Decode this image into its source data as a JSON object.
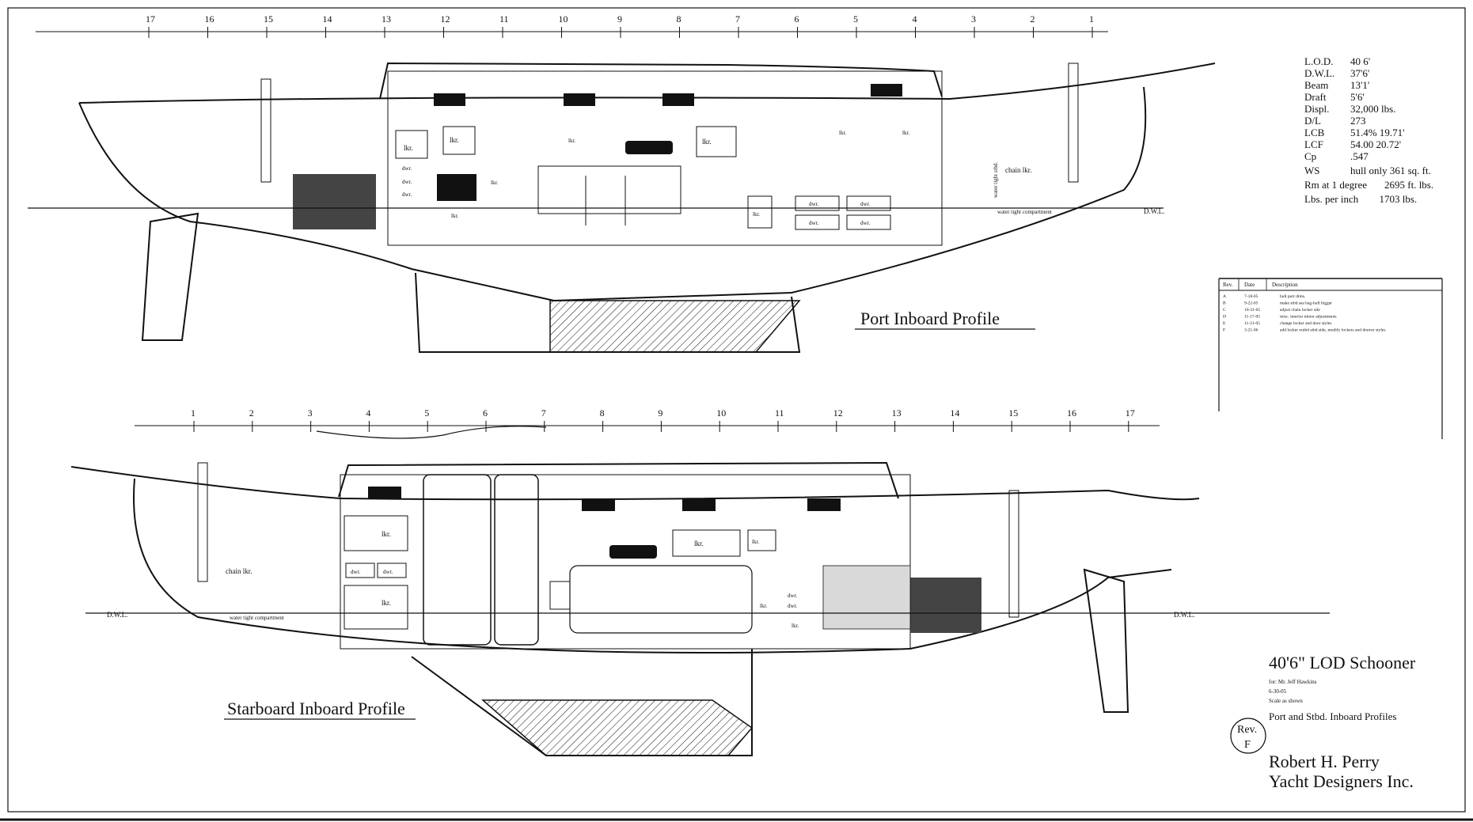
{
  "port_profile": {
    "title": "Port Inboard Profile",
    "stations": [
      "17",
      "16",
      "15",
      "14",
      "13",
      "12",
      "11",
      "10",
      "9",
      "8",
      "7",
      "6",
      "5",
      "4",
      "3",
      "2",
      "1"
    ],
    "labels": {
      "dwl": "D.W.L.",
      "lkr": "lkr.",
      "dwr": "dwr.",
      "chain_lkr": "chain lkr.",
      "water_tight_stbd": "water tight stbd.",
      "water_tight_compartment": "water tight compartment"
    }
  },
  "starboard_profile": {
    "title": "Starboard Inboard Profile",
    "stations": [
      "1",
      "2",
      "3",
      "4",
      "5",
      "6",
      "7",
      "8",
      "9",
      "10",
      "11",
      "12",
      "13",
      "14",
      "15",
      "16",
      "17"
    ],
    "labels": {
      "dwl": "D.W.L.",
      "lkr": "lkr.",
      "dwr": "dwr.",
      "chain_lkr": "chain lkr.",
      "water_tight_compartment": "water tight compartment"
    }
  },
  "specs": [
    {
      "label": "L.O.D.",
      "value": "40 6'"
    },
    {
      "label": "D.W.L.",
      "value": "37'6'"
    },
    {
      "label": "Beam",
      "value": "13'1'"
    },
    {
      "label": "Draft",
      "value": "5'6'"
    },
    {
      "label": "Displ.",
      "value": "32,000 lbs."
    },
    {
      "label": "D/L",
      "value": "273"
    },
    {
      "label": "LCB",
      "value": "51.4%  19.71'"
    },
    {
      "label": "LCF",
      "value": "54.00  20.72'"
    },
    {
      "label": "Cp",
      "value": ".547"
    },
    {
      "label": "WS",
      "value": "hull only   361 sq. ft."
    },
    {
      "label": "Rm at 1 degree",
      "value": "2695 ft. lbs."
    },
    {
      "label": "Lbs. per inch",
      "value": "1703 lbs."
    }
  ],
  "revision_table": {
    "headers": [
      "Rev.",
      "Date",
      "Description"
    ],
    "rows": [
      [
        "A",
        "7-18-05",
        "hull port dims."
      ],
      [
        "B",
        "9-22-05",
        "make stbd sea bag-hull bigger"
      ],
      [
        "C",
        "10-31-05",
        "adjust chain locker aile"
      ],
      [
        "D",
        "11-17-05",
        "misc. interior minor adjustments"
      ],
      [
        "E",
        "11-21-05",
        "change locker and door styles"
      ],
      [
        "F",
        "3-21-06",
        "add locker outbd stbd side, modify lockers and drawer styles"
      ]
    ]
  },
  "title_block": {
    "title": "40'6\" LOD Schooner",
    "for": "for: Mr. Jeff Hawkins",
    "date": "6-30-05",
    "scale": "Scale  as shown",
    "sheet_title": "Port and Stbd. Inboard Profiles",
    "rev_label": "Rev.",
    "rev_value": "F",
    "designer_line1": "Robert H. Perry",
    "designer_line2": "Yacht Designers Inc."
  }
}
